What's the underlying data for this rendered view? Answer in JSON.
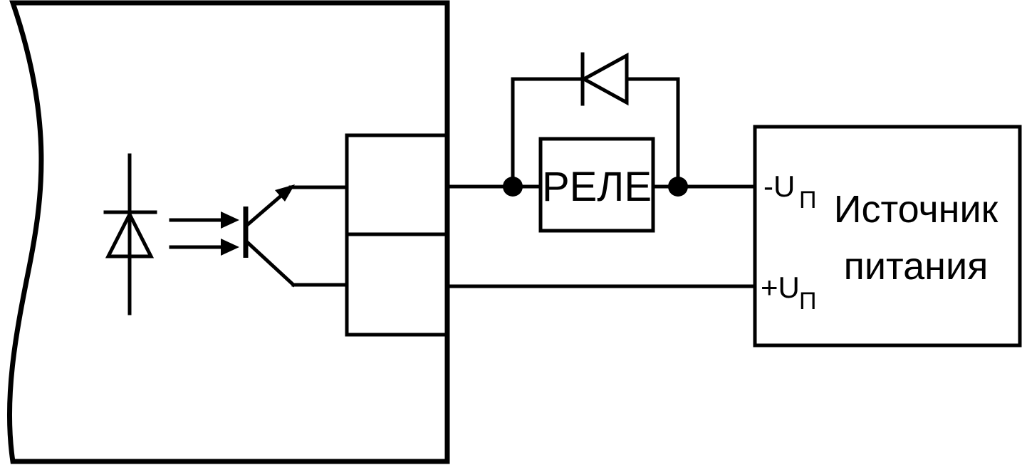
{
  "diagram": {
    "relay_label": "РЕЛЕ",
    "power_supply": {
      "line1": "Источник",
      "line2": "питания"
    },
    "terminals": {
      "minus": {
        "sign": "-U",
        "subscript": "П"
      },
      "plus": {
        "sign": "+U",
        "subscript": "П"
      }
    },
    "colors": {
      "stroke": "#000000",
      "background": "#ffffff"
    }
  }
}
